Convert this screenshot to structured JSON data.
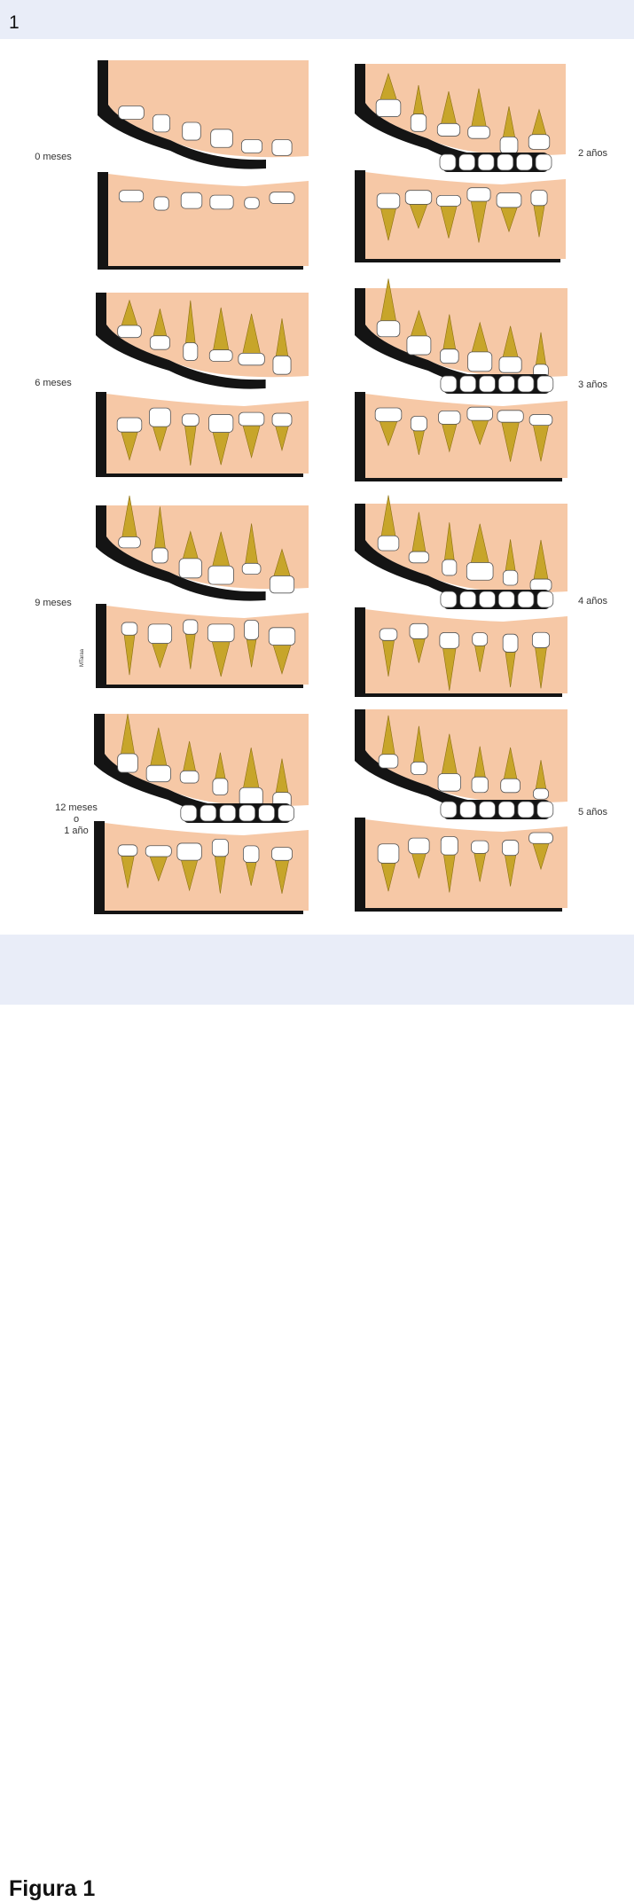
{
  "figure_number": "1",
  "caption": "Figura 1",
  "watermark": "MTaraa",
  "colors": {
    "gum": "#f6c8a6",
    "bone_shadow": "#141414",
    "crown": "#ffffff",
    "root": "#c7a52a",
    "header_bg": "#e9edf8"
  },
  "stages": [
    {
      "label": "0 meses"
    },
    {
      "label": "2 años"
    },
    {
      "label": "6 meses"
    },
    {
      "label": "3 años"
    },
    {
      "label": "9 meses"
    },
    {
      "label": "4 años"
    },
    {
      "label": "12 meses",
      "label_line2": "o",
      "label_line3": "1 año"
    },
    {
      "label": "5 años"
    }
  ]
}
